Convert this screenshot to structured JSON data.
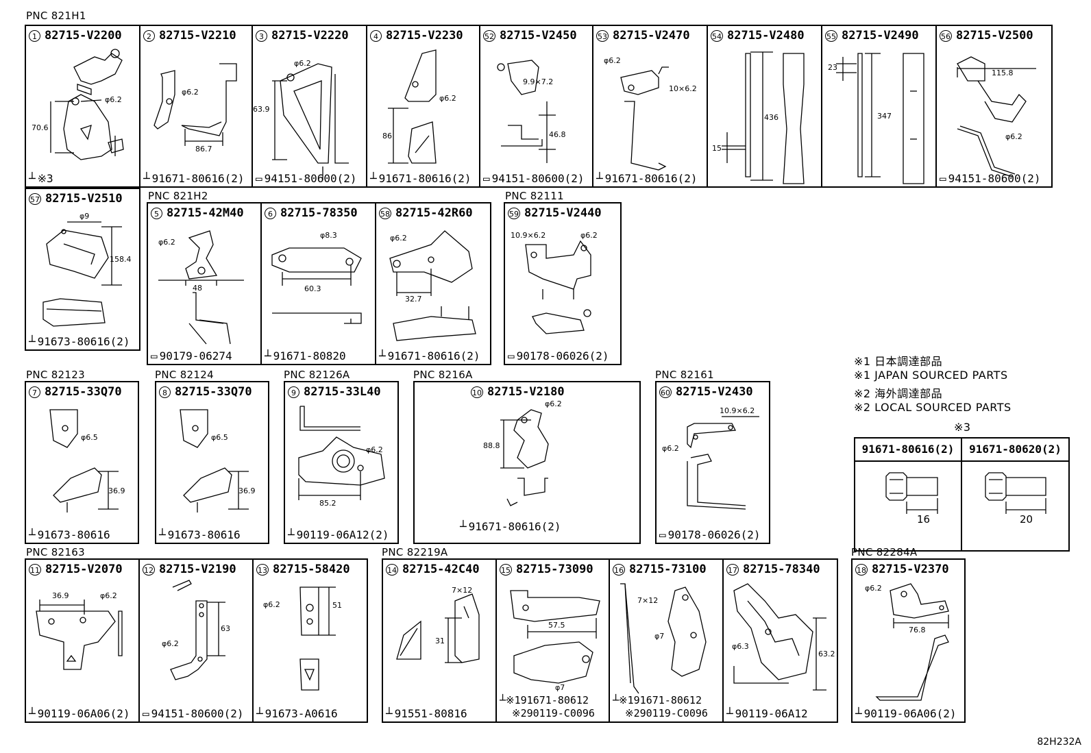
{
  "diagram_code": "82H232A",
  "pnc_labels": {
    "g1": "PNC 821H1",
    "g2": "PNC 821H2",
    "g3": "PNC 82111",
    "g4": "PNC 82123",
    "g5": "PNC 82124",
    "g6": "PNC 82126A",
    "g7": "PNC 8216A",
    "g8": "PNC 82161",
    "g9": "PNC 82163",
    "g10": "PNC 82219A",
    "g11": "PNC 82284A"
  },
  "parts": [
    {
      "num": "1",
      "part": "82715-V2200",
      "fastener": "※3",
      "dims": [
        "φ6.2",
        "70.6"
      ]
    },
    {
      "num": "2",
      "part": "82715-V2210",
      "fastener": "91671-80616(2)",
      "dims": [
        "φ6.2",
        "86.7"
      ]
    },
    {
      "num": "3",
      "part": "82715-V2220",
      "fastener": "94151-80600(2)",
      "dims": [
        "φ6.2",
        "63.9"
      ]
    },
    {
      "num": "4",
      "part": "82715-V2230",
      "fastener": "91671-80616(2)",
      "dims": [
        "φ6.2",
        "86"
      ]
    },
    {
      "num": "52",
      "part": "82715-V2450",
      "fastener": "94151-80600(2)",
      "dims": [
        "9.9×7.2",
        "46.8"
      ]
    },
    {
      "num": "53",
      "part": "82715-V2470",
      "fastener": "91671-80616(2)",
      "dims": [
        "φ6.2",
        "10×6.2"
      ]
    },
    {
      "num": "54",
      "part": "82715-V2480",
      "fastener": "",
      "dims": [
        "436",
        "15"
      ]
    },
    {
      "num": "55",
      "part": "82715-V2490",
      "fastener": "",
      "dims": [
        "23",
        "347"
      ]
    },
    {
      "num": "56",
      "part": "82715-V2500",
      "fastener": "94151-80600(2)",
      "dims": [
        "115.8",
        "φ6.2"
      ]
    },
    {
      "num": "57",
      "part": "82715-V2510",
      "fastener": "91673-80616(2)",
      "dims": [
        "φ9",
        "158.4"
      ]
    },
    {
      "num": "5",
      "part": "82715-42M40",
      "fastener": "90179-06274",
      "dims": [
        "φ6.2",
        "48"
      ]
    },
    {
      "num": "6",
      "part": "82715-78350",
      "fastener": "91671-80820",
      "dims": [
        "φ8.3",
        "60.3"
      ]
    },
    {
      "num": "58",
      "part": "82715-42R60",
      "fastener": "91671-80616(2)",
      "dims": [
        "φ6.2",
        "32.7"
      ]
    },
    {
      "num": "59",
      "part": "82715-V2440",
      "fastener": "90178-06026(2)",
      "dims": [
        "10.9×6.2",
        "φ6.2"
      ]
    },
    {
      "num": "7",
      "part": "82715-33Q70",
      "fastener": "91673-80616",
      "dims": [
        "φ6.5",
        "36.9"
      ]
    },
    {
      "num": "8",
      "part": "82715-33Q70",
      "fastener": "91673-80616",
      "dims": [
        "φ6.5",
        "36.9"
      ]
    },
    {
      "num": "9",
      "part": "82715-33L40",
      "fastener": "90119-06A12(2)",
      "dims": [
        "φ6.2",
        "85.2"
      ]
    },
    {
      "num": "10",
      "part": "82715-V2180",
      "fastener": "91671-80616(2)",
      "dims": [
        "φ6.2",
        "88.8"
      ]
    },
    {
      "num": "60",
      "part": "82715-V2430",
      "fastener": "90178-06026(2)",
      "dims": [
        "10.9×6.2",
        "φ6.2"
      ]
    },
    {
      "num": "11",
      "part": "82715-V2070",
      "fastener": "90119-06A06(2)",
      "dims": [
        "36.9",
        "φ6.2"
      ]
    },
    {
      "num": "12",
      "part": "82715-V2190",
      "fastener": "94151-80600(2)",
      "dims": [
        "63",
        "φ6.2"
      ]
    },
    {
      "num": "13",
      "part": "82715-58420",
      "fastener": "91673-A0616",
      "dims": [
        "φ6.2",
        "51"
      ]
    },
    {
      "num": "14",
      "part": "82715-42C40",
      "fastener": "91551-80816",
      "dims": [
        "7×12",
        "31"
      ]
    },
    {
      "num": "15",
      "part": "82715-73090",
      "fastener": "※191671-80612",
      "fastener2": "※290119-C0096",
      "dims": [
        "57.5",
        "φ7"
      ]
    },
    {
      "num": "16",
      "part": "82715-73100",
      "fastener": "※191671-80612",
      "fastener2": "※290119-C0096",
      "dims": [
        "7×12",
        "φ7"
      ]
    },
    {
      "num": "17",
      "part": "82715-78340",
      "fastener": "90119-06A12",
      "dims": [
        "φ6.3",
        "63.2"
      ]
    },
    {
      "num": "18",
      "part": "82715-V2370",
      "fastener": "90119-06A06(2)",
      "dims": [
        "φ6.2",
        "76.8"
      ]
    }
  ],
  "notes": [
    "※1 日本調達部品",
    "※1 JAPAN SOURCED PARTS",
    "※2 海外調達部品",
    "※2 LOCAL SOURCED PARTS"
  ],
  "bolt_table": {
    "title": "※3",
    "columns": [
      {
        "part": "91671-80616(2)",
        "length": "16"
      },
      {
        "part": "91671-80620(2)",
        "length": "20"
      }
    ]
  }
}
